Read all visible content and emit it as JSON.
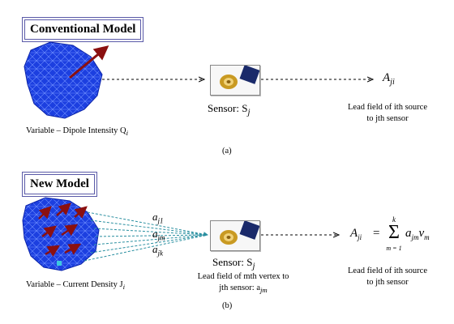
{
  "top": {
    "title": "Conventional Model",
    "variable_label": "Variable – Dipole Intensity Q",
    "variable_sub": "i",
    "sensor_label": "Sensor: S",
    "sensor_sub": "j",
    "output_main": "A",
    "output_sub": "ji",
    "lead_line1": "Lead field of ith source",
    "lead_line2": "to jth sensor",
    "caption": "(a)"
  },
  "bottom": {
    "title": "New Model",
    "coef_1": "a",
    "coef_1_sub": "j1",
    "coef_2": "a",
    "coef_2_sub": "jm",
    "coef_3": "a",
    "coef_3_sub": "jk",
    "variable_label": "Variable – Current Density J",
    "variable_sub": "i",
    "sensor_label": "Sensor: S",
    "sensor_sub": "j",
    "sensor_note_line1": "Lead field of mth vertex to",
    "sensor_note_line2": "jth sensor: a",
    "sensor_note_sub": "jm",
    "equation_lhs": "A",
    "equation_lhs_sub": "ji",
    "equation_equals": "=",
    "equation_sum": "Σ",
    "equation_upper": "k",
    "equation_lower": "m = 1",
    "equation_term_a": "a",
    "equation_term_a_sub": "jm",
    "equation_term_v": "v",
    "equation_term_v_sub": "m",
    "lead_line1": "Lead field of ith source",
    "lead_line2": "to jth sensor",
    "caption": "(b)"
  },
  "colors": {
    "mesh": "#1c3fe0",
    "mesh_line": "#7fa0ff",
    "arrow": "#8b1010",
    "dashed_teal": "#2a8fa0",
    "title_border": "#5a5aa8"
  }
}
